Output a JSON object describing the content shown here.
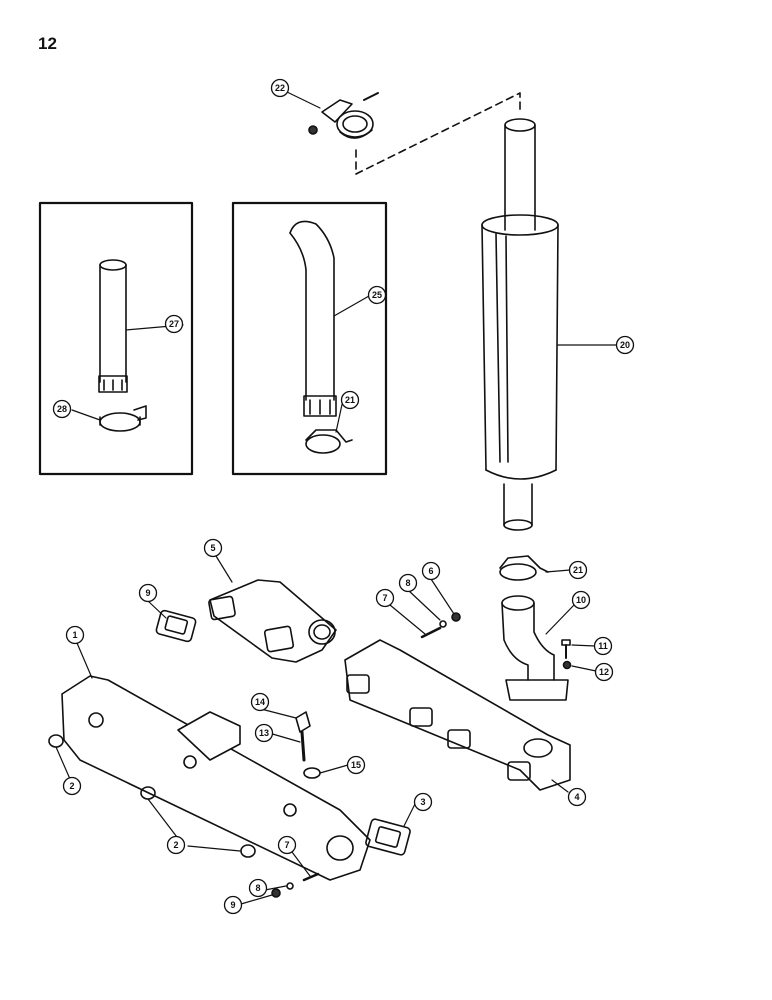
{
  "page_number": "12",
  "callouts": [
    {
      "id": "c22",
      "label": "22"
    },
    {
      "id": "c27",
      "label": "27"
    },
    {
      "id": "c28",
      "label": "28"
    },
    {
      "id": "c25",
      "label": "25"
    },
    {
      "id": "c21a",
      "label": "21"
    },
    {
      "id": "c20",
      "label": "20"
    },
    {
      "id": "c5",
      "label": "5"
    },
    {
      "id": "c9a",
      "label": "9"
    },
    {
      "id": "c8a",
      "label": "8"
    },
    {
      "id": "c6",
      "label": "6"
    },
    {
      "id": "c7a",
      "label": "7"
    },
    {
      "id": "c21b",
      "label": "21"
    },
    {
      "id": "c10",
      "label": "10"
    },
    {
      "id": "c11",
      "label": "11"
    },
    {
      "id": "c12",
      "label": "12"
    },
    {
      "id": "c1",
      "label": "1"
    },
    {
      "id": "c14",
      "label": "14"
    },
    {
      "id": "c13",
      "label": "13"
    },
    {
      "id": "c15",
      "label": "15"
    },
    {
      "id": "c2a",
      "label": "2"
    },
    {
      "id": "c2b",
      "label": "2"
    },
    {
      "id": "c3",
      "label": "3"
    },
    {
      "id": "c4",
      "label": "4"
    },
    {
      "id": "c7b",
      "label": "7"
    },
    {
      "id": "c8b",
      "label": "8"
    },
    {
      "id": "c9b",
      "label": "9"
    }
  ]
}
